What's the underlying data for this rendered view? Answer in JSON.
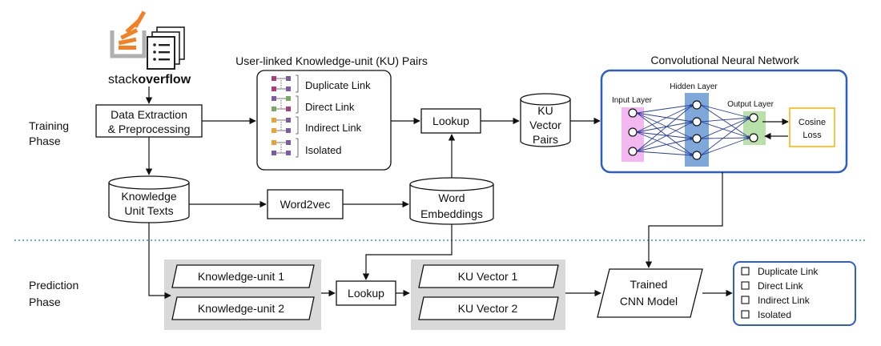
{
  "logo": {
    "text_stack": "stack",
    "text_overflow": "overflow",
    "icon": "stackoverflow-logo-icon"
  },
  "phases": {
    "training": [
      "Training",
      "Phase"
    ],
    "prediction": [
      "Prediction",
      "Phase"
    ]
  },
  "boxes": {
    "data_extraction": [
      "Data Extraction",
      "& Preprocessing"
    ],
    "ku_texts": [
      "Knowledge",
      "Unit Texts"
    ],
    "word2vec": "Word2vec",
    "word_embeddings": [
      "Word",
      "Embeddings"
    ],
    "lookup_train": "Lookup",
    "ku_vector_pairs": [
      "KU",
      "Vector",
      "Pairs"
    ],
    "lookup_pred": "Lookup",
    "ku1": "Knowledge-unit 1",
    "ku2": "Knowledge-unit 2",
    "kuv1": "KU Vector 1",
    "kuv2": "KU Vector 2",
    "trained_cnn": [
      "Trained",
      "CNN Model"
    ]
  },
  "pairs_panel": {
    "title": "User-linked Knowledge-unit (KU) Pairs",
    "links": [
      "Duplicate Link",
      "Direct Link",
      "Indirect Link",
      "Isolated"
    ]
  },
  "cnn": {
    "title": "Convolutional Neural Network",
    "input_layer": "Input Layer",
    "hidden_layer": "Hidden Layer",
    "output_layer": "Output Layer",
    "loss": [
      "Cosine",
      "Loss"
    ]
  },
  "outputs": [
    "Duplicate Link",
    "Direct Link",
    "Indirect Link",
    "Isolated"
  ],
  "colors": {
    "panel_border": "#2f5ec2",
    "divider": "#3a8fd6",
    "input_layer_fill": "#f3b8f0",
    "hidden_layer_fill": "#7fa8da",
    "output_layer_fill": "#b9e0a8",
    "loss_border": "#f5b400",
    "edge": "#2a3f9b",
    "neuron_hidden_fill": "#4473c5",
    "gray_group": "#d9d9d9",
    "node_pink": "#b03a7a",
    "node_purple": "#7b5aa6",
    "node_green": "#7aa860",
    "node_orange": "#f0a030",
    "logo_orange": "#f48024"
  }
}
